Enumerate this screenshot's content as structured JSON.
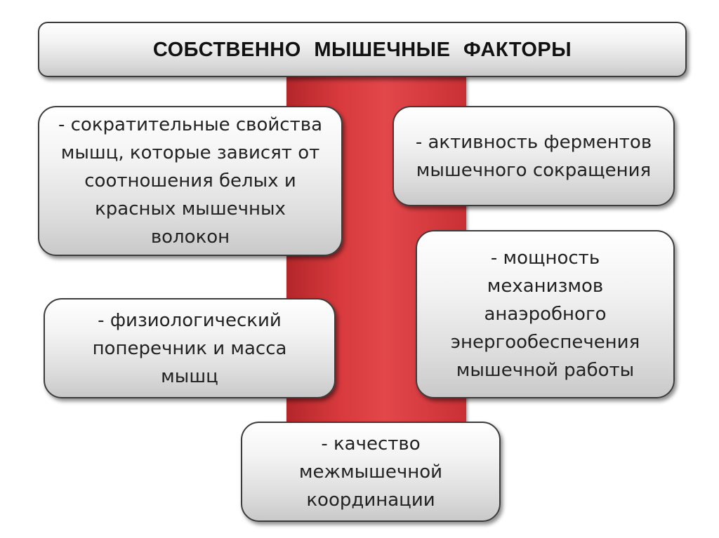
{
  "title": "СОБСТВЕННО МЫШЕЧНЫЕ ФАКТОРЫ",
  "colors": {
    "bar": "#d83a3d",
    "box_fill": "#e8e8e8",
    "box_border": "#3c3c3c",
    "text": "#222222"
  },
  "factors": [
    {
      "text": "- сократительные свойства\nмышц, которые зависят от\nсоотношения белых  и\nкрасных мышечных\nволокон"
    },
    {
      "text": "- активность ферментов\nмышечного сокращения"
    },
    {
      "text": "- мощность\nмеханизмов\nанаэробного\nэнергообеспечения\nмышечной работы"
    },
    {
      "text": "- физиологический\nпоперечник и  масса\nмышц"
    },
    {
      "text": "- качество\nмежмышечной\nкоординации"
    }
  ]
}
